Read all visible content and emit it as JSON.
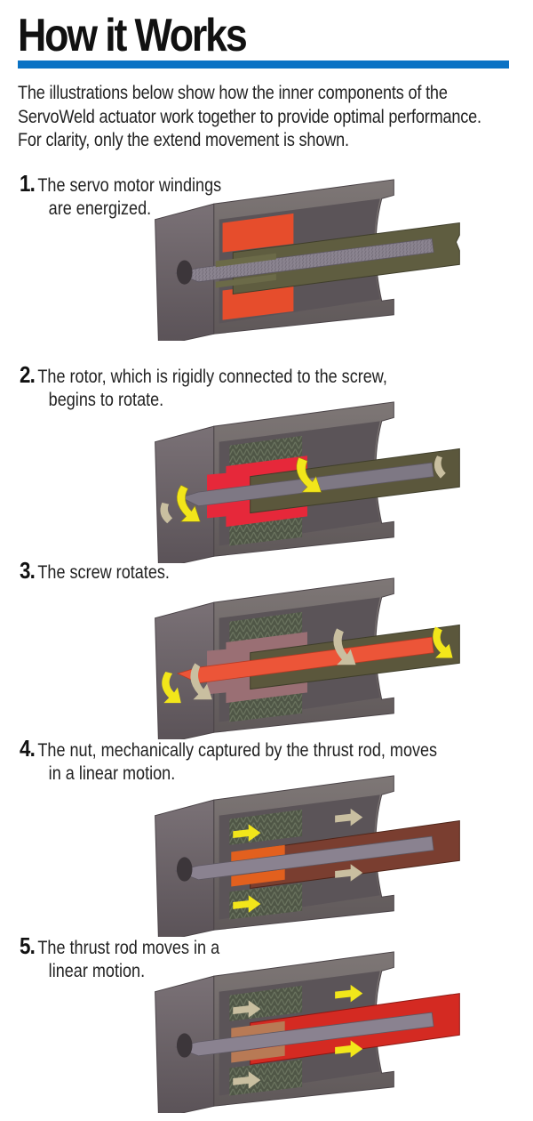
{
  "header": {
    "title": "How it Works",
    "rule_color": "#0a72c4"
  },
  "intro": {
    "text": "The illustrations below show how the inner components of the ServoWeld actuator work together to provide optimal performance. For clarity, only the extend movement is shown."
  },
  "steps": [
    {
      "number": "1.",
      "line1": "The servo motor windings",
      "line2": "are energized.",
      "highlight": "stator windings",
      "highlight_color": "#f0502c",
      "arrows": []
    },
    {
      "number": "2.",
      "line1": "The rotor, which is rigidly connected to the screw,",
      "line2": "begins to rotate.",
      "highlight": "rotor",
      "highlight_color": "#e8283a",
      "arrows": [
        "rotation-arrow",
        "rotation-arrow"
      ]
    },
    {
      "number": "3.",
      "line1": "The screw rotates.",
      "line2": "",
      "highlight": "screw",
      "highlight_color": "#e8553a",
      "arrows": [
        "rotation-arrow",
        "rotation-arrow",
        "rotation-arrow"
      ]
    },
    {
      "number": "4.",
      "line1": "The nut, mechanically captured by the thrust rod, moves",
      "line2": "in a linear motion.",
      "highlight": "nut",
      "highlight_color": "#e0601e",
      "arrows": [
        "linear-arrow",
        "linear-arrow",
        "linear-arrow",
        "linear-arrow"
      ]
    },
    {
      "number": "5.",
      "line1": "The thrust rod moves in a",
      "line2": "linear motion.",
      "highlight": "thrust rod",
      "highlight_color": "#d42a22",
      "arrows": [
        "linear-arrow",
        "linear-arrow",
        "linear-arrow",
        "linear-arrow"
      ]
    }
  ],
  "colors": {
    "housing": "#6a6167",
    "housing_dark": "#534b50",
    "tube": "#77706f",
    "screw": "#8a8290",
    "rod_olive": "#5c5a3e",
    "stator": "#4d5545",
    "arrow_yellow": "#f2e61a",
    "arrow_beige": "#c9bfa0"
  }
}
